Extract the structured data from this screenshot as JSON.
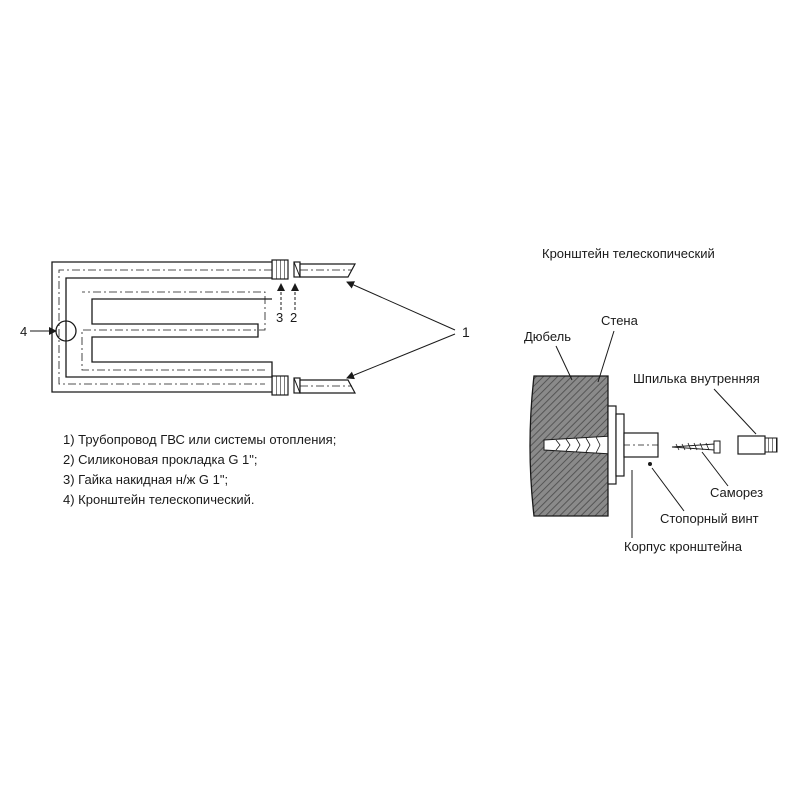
{
  "left_diagram": {
    "callouts": {
      "c1": "1",
      "c2": "2",
      "c3": "3",
      "c4": "4"
    },
    "legend": [
      "1) Трубопровод ГВС или системы отопления;",
      "2) Силиконовая прокладка G 1\";",
      "3) Гайка накидная н/ж G 1\";",
      "4) Кронштейн телескопический."
    ]
  },
  "right_diagram": {
    "title": "Кронштейн телескопический",
    "labels": {
      "dowel": "Дюбель",
      "wall": "Стена",
      "stud": "Шпилька внутренняя",
      "screw": "Саморез",
      "set_screw": "Стопорный винт",
      "body": "Корпус кронштейна"
    }
  }
}
